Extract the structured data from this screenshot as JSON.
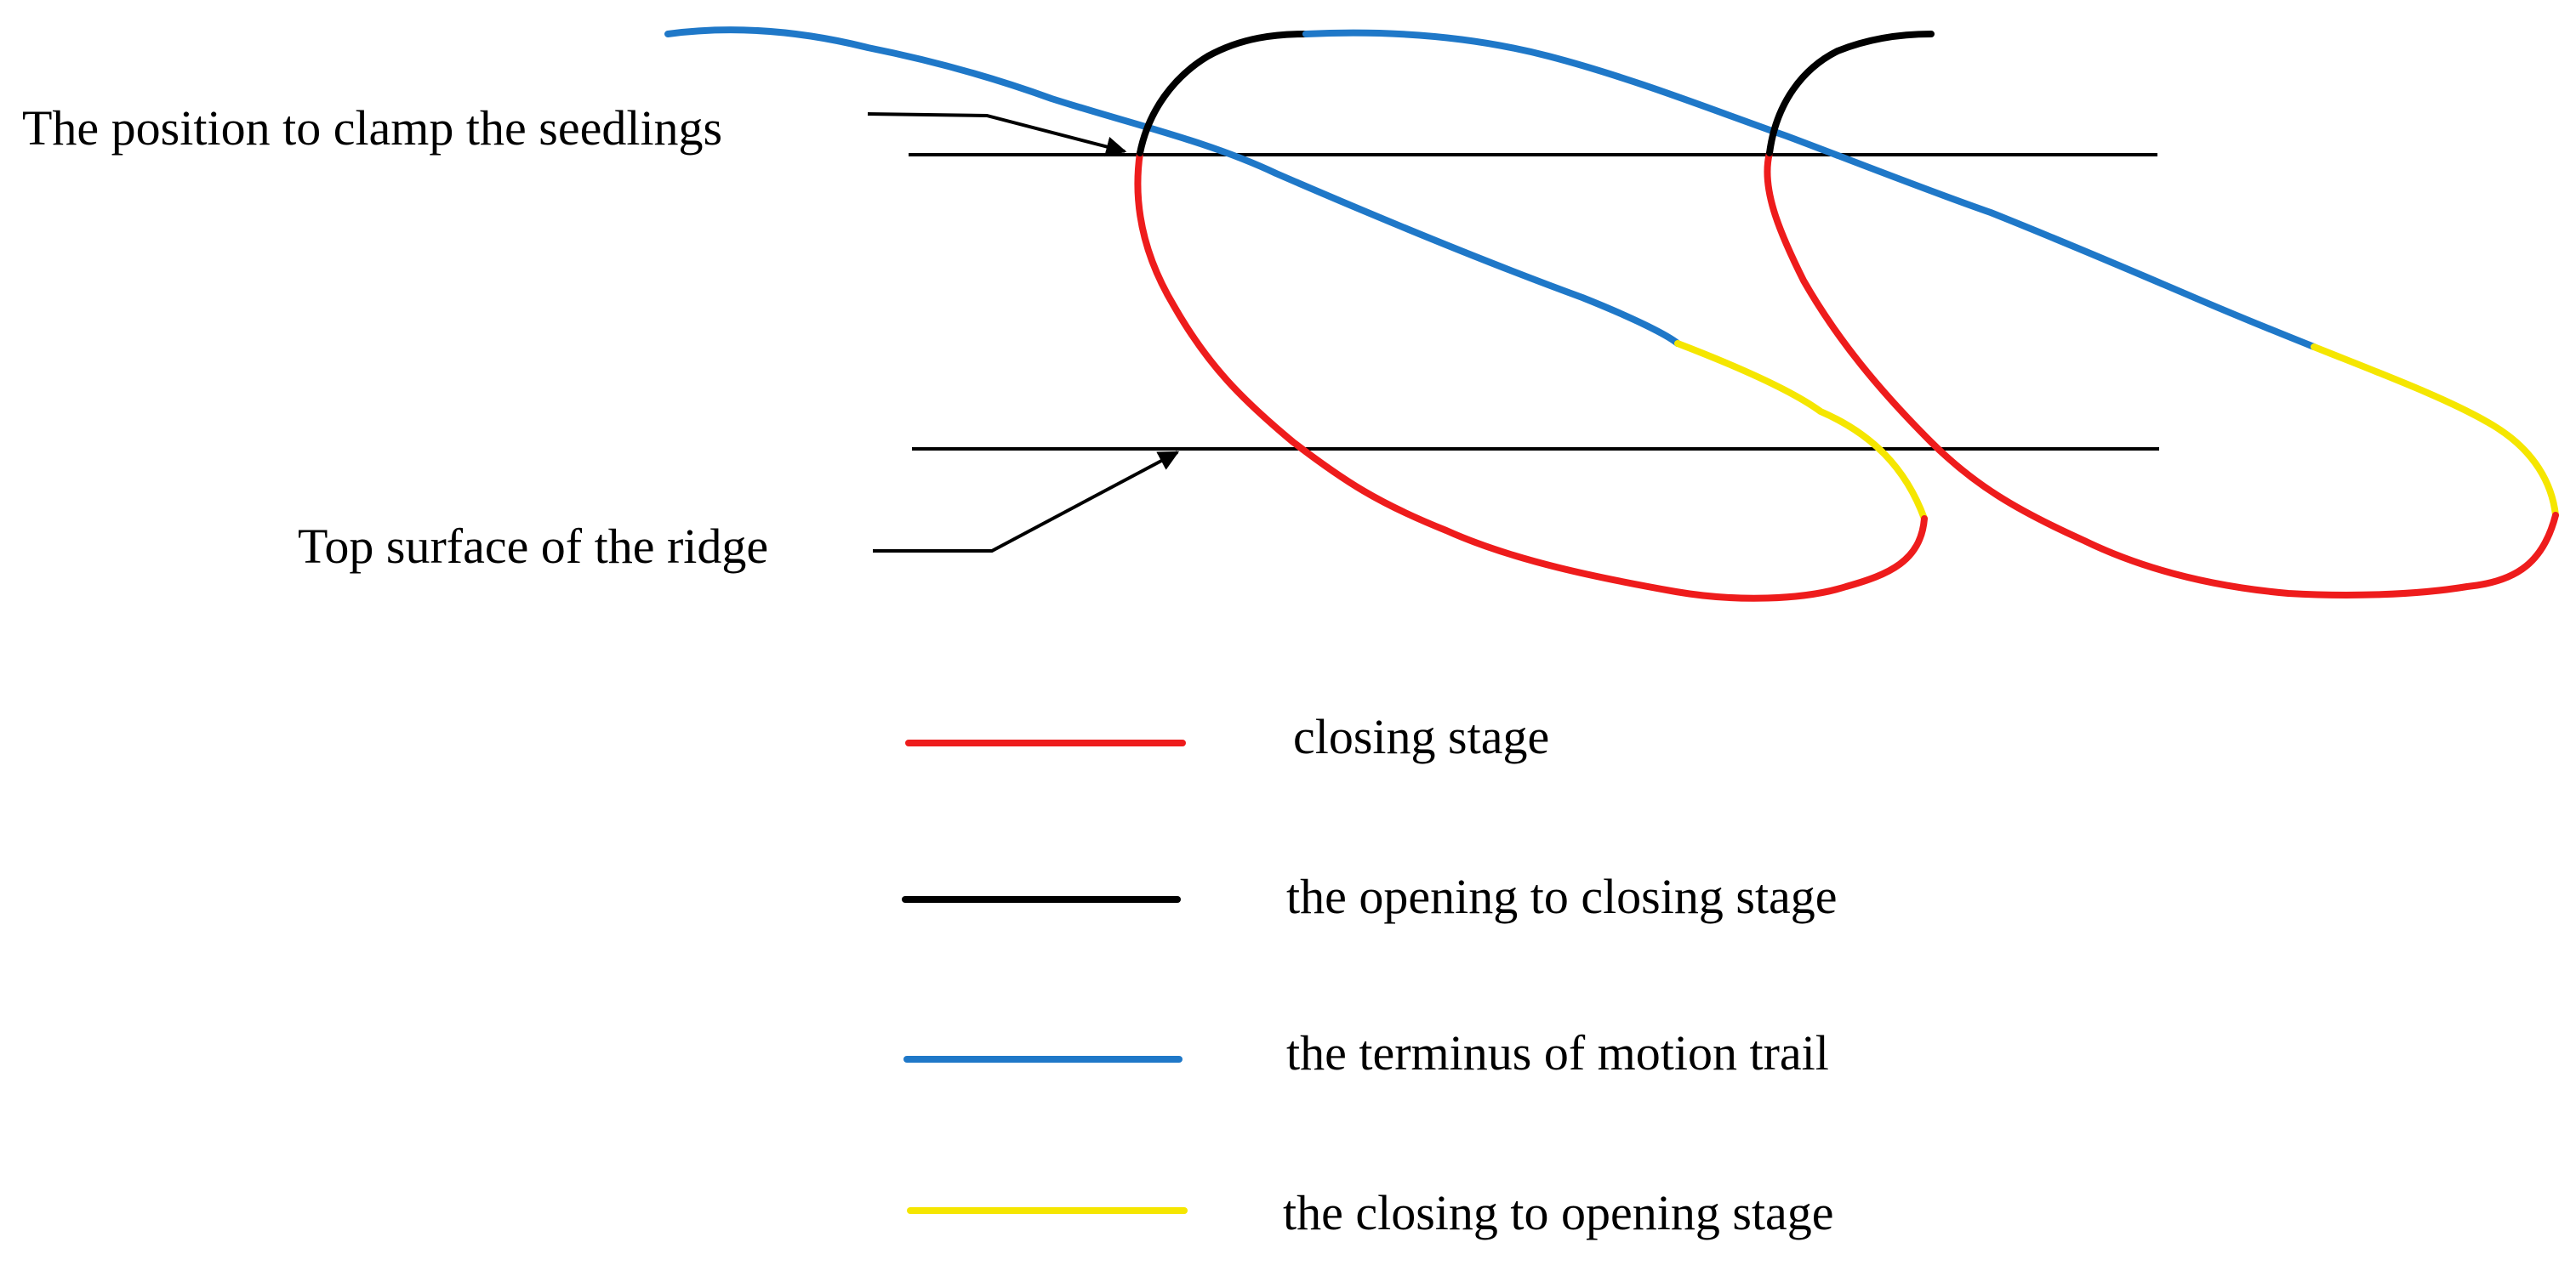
{
  "labels": {
    "clamp_position": "The position to clamp the seedlings",
    "ridge_top": "Top surface of the ridge"
  },
  "legend": [
    {
      "label": "closing stage",
      "color": "#ee1c1c"
    },
    {
      "label": "the opening to closing stage",
      "color": "#000000"
    },
    {
      "label": "the terminus of motion trail",
      "color": "#1f78c8"
    },
    {
      "label": "the closing to opening stage",
      "color": "#f5e600"
    }
  ],
  "colors": {
    "closing": "#ee1c1c",
    "opening_to_closing": "#000000",
    "terminus": "#1f78c8",
    "closing_to_opening": "#f5e600"
  }
}
